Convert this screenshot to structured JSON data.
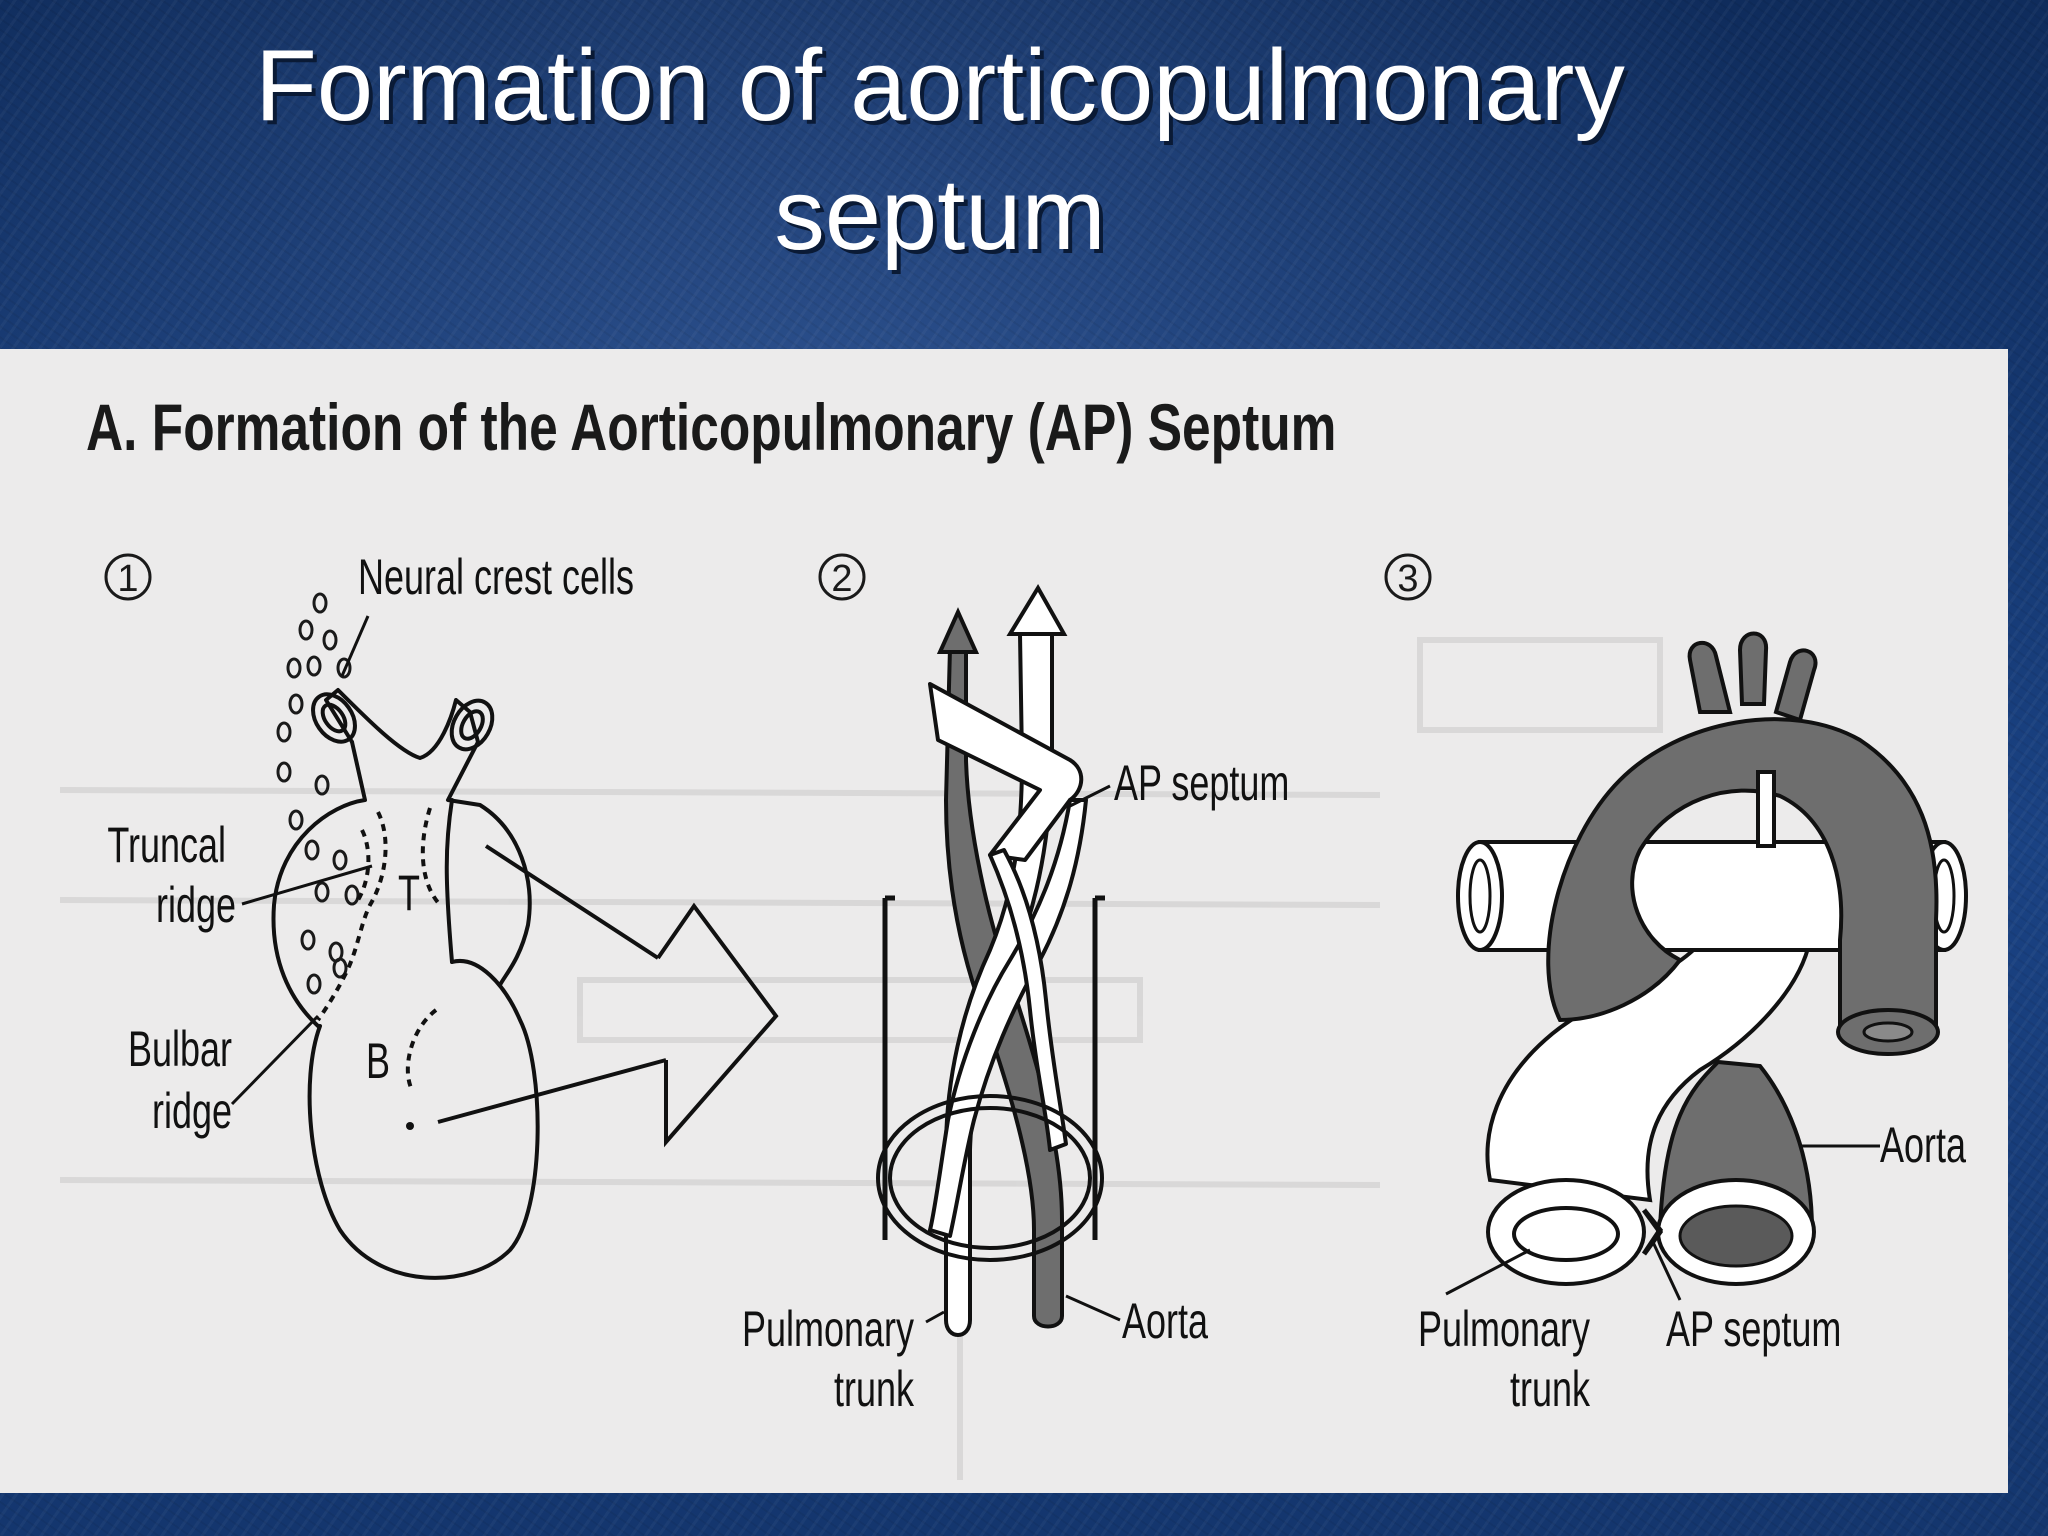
{
  "slide": {
    "title_line1": "Formation of aorticopulmonary",
    "title_line2": "septum"
  },
  "figure": {
    "heading": "A. Formation of the Aorticopulmonary (AP) Septum",
    "panels": [
      {
        "number": "1",
        "labels": {
          "neural_crest": "Neural crest cells",
          "truncal_1": "Truncal",
          "truncal_2": "ridge",
          "bulbar_1": "Bulbar",
          "bulbar_2": "ridge",
          "t": "T",
          "b": "B"
        }
      },
      {
        "number": "2",
        "labels": {
          "ap_septum": "AP septum",
          "pulmonary_1": "Pulmonary",
          "pulmonary_2": "trunk",
          "aorta": "Aorta"
        }
      },
      {
        "number": "3",
        "labels": {
          "aorta": "Aorta",
          "pulmonary_1": "Pulmonary",
          "pulmonary_2": "trunk",
          "ap_septum": "AP septum"
        }
      }
    ]
  },
  "colors": {
    "background": "#16396f",
    "figure_background": "#ecebeb",
    "vessel_dark": "#6e6e6e",
    "line": "#111111"
  }
}
